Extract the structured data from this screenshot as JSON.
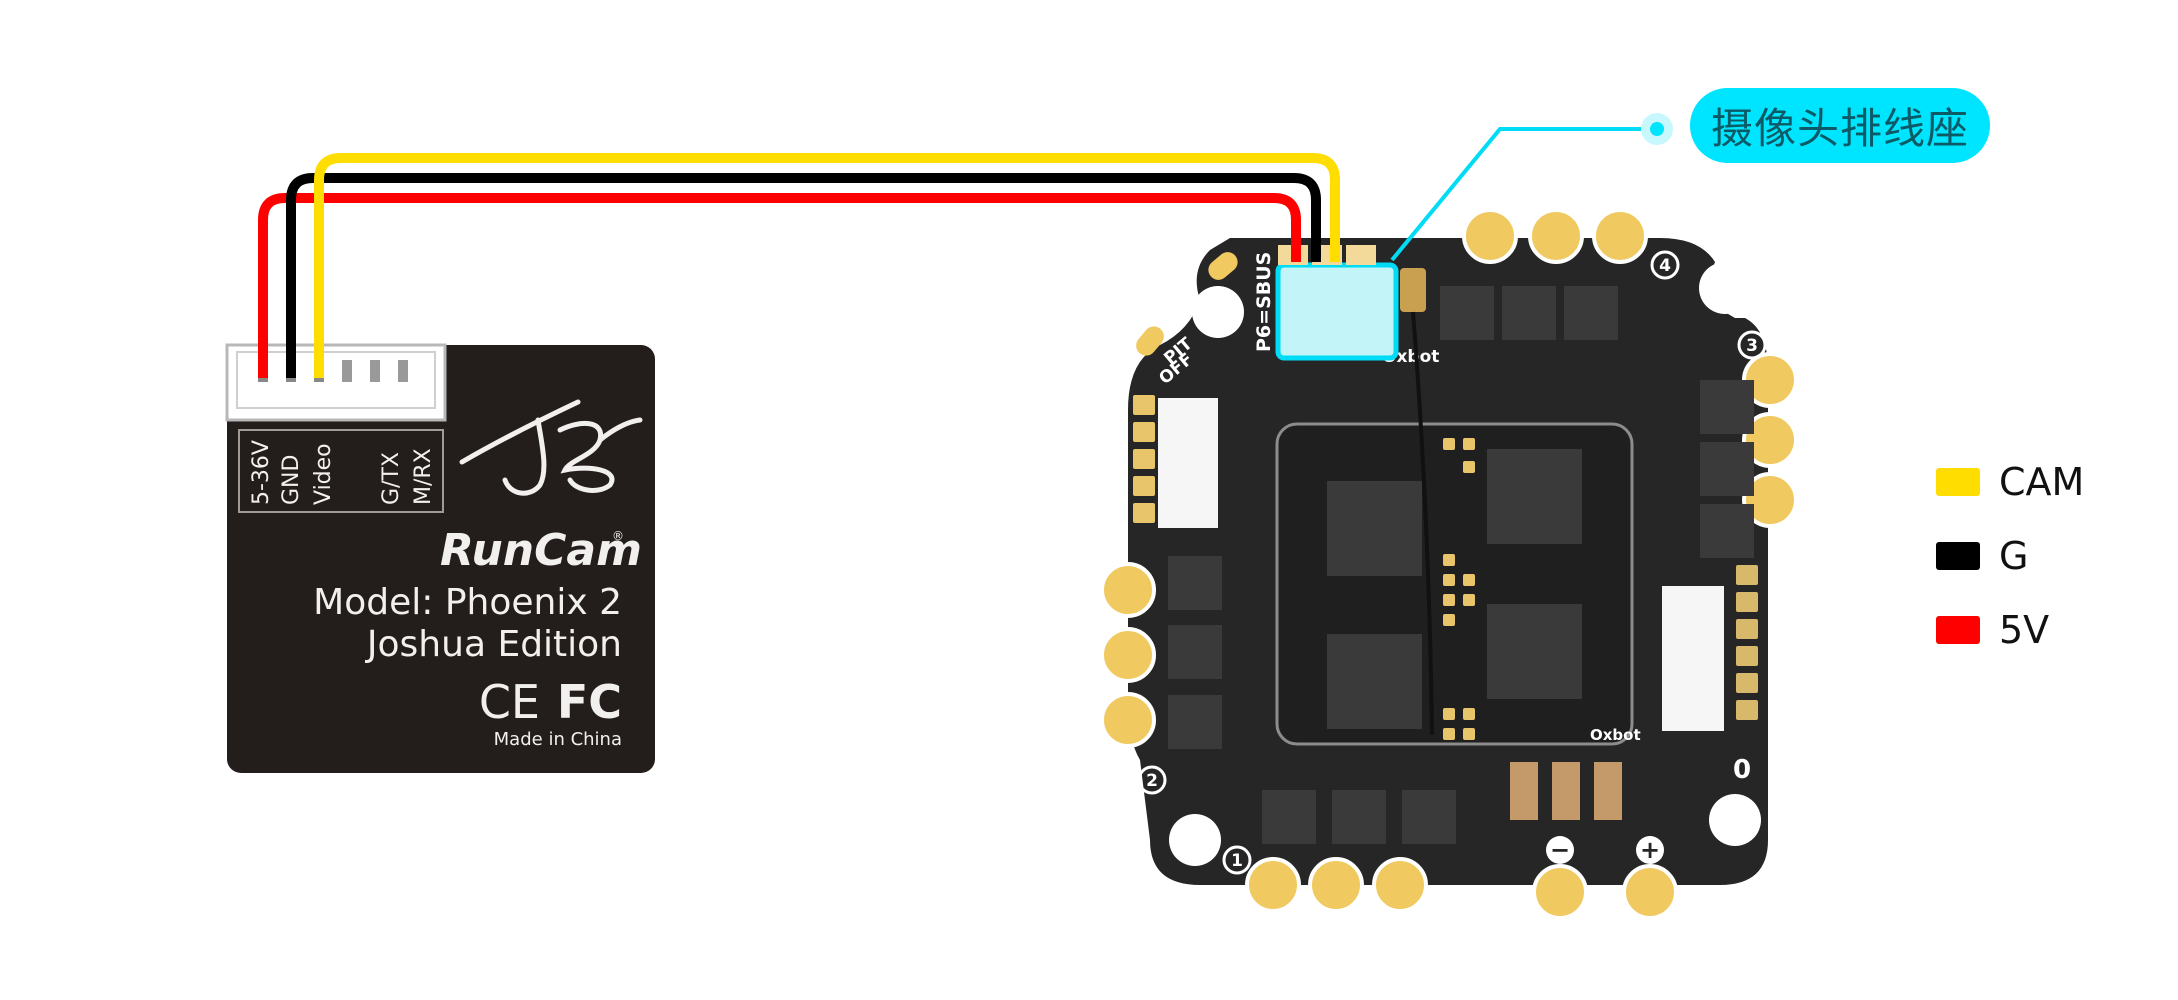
{
  "camera": {
    "pin_labels": [
      "5-36V",
      "GND",
      "Video",
      "G/TX",
      "M/RX"
    ],
    "brand": "RunCam",
    "registered_mark": "®",
    "model_line": "Model: Phoenix 2",
    "edition_line": "Joshua Edition",
    "certifications": [
      "CE",
      "FC"
    ],
    "origin": "Made in China",
    "signature": "JB"
  },
  "board": {
    "port_label": "P6=SBUS",
    "pit_label_1": "PIT",
    "pit_label_2": "OFF",
    "brand_top": "Oxbot",
    "brand_bottom": "Oxbot",
    "motor_numbers": [
      "1",
      "2",
      "3",
      "4"
    ],
    "power_minus": "−",
    "power_plus": "+",
    "zero_mark": "0"
  },
  "callout": {
    "label": "摄像头排线座",
    "color": "#00e5ff"
  },
  "wires": [
    {
      "name": "5V",
      "color": "#ff0000"
    },
    {
      "name": "G",
      "color": "#000000"
    },
    {
      "name": "CAM",
      "color": "#ffdd00"
    }
  ],
  "legend": [
    {
      "label": "CAM",
      "color": "#ffdd00"
    },
    {
      "label": "G",
      "color": "#000000"
    },
    {
      "label": "5V",
      "color": "#ff0000"
    }
  ]
}
